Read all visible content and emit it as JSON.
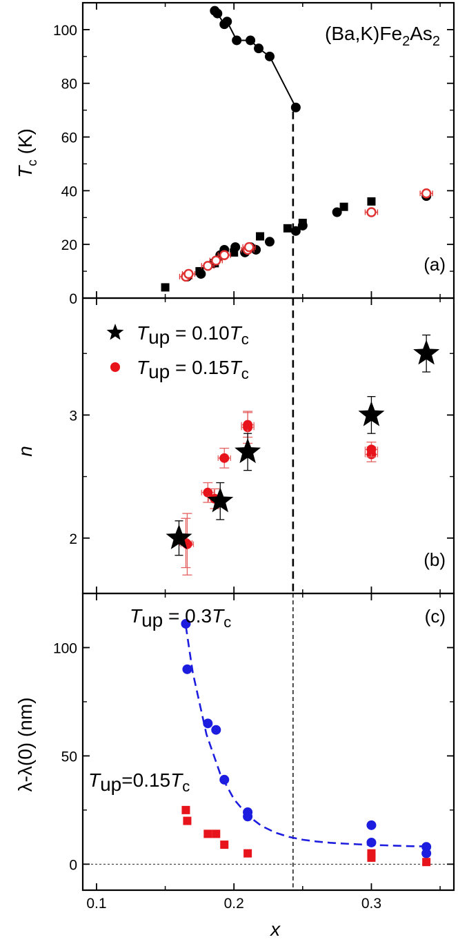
{
  "colors": {
    "black": "#000000",
    "red": "#e8141b",
    "blue": "#1d1de0",
    "red_open": "#e03030"
  },
  "x_axis": {
    "label": "x",
    "range": [
      0.09,
      0.36
    ],
    "ticks": [
      0.1,
      0.2,
      0.3
    ],
    "tick_labels": [
      "0.1",
      "0.2",
      "0.3"
    ],
    "minor_ticks": [
      0.15,
      0.25,
      0.35
    ]
  },
  "critical_x": 0.243,
  "chart_data": [
    {
      "type": "scatter",
      "panel_label": "(a)",
      "title_parts": [
        "(Ba,K)Fe",
        "2",
        "As",
        "2"
      ],
      "ylabel_main": "T",
      "ylabel_sub": "c",
      "ylabel_unit": " (K)",
      "ylim": [
        0,
        110
      ],
      "yticks": [
        0,
        20,
        40,
        60,
        80,
        100
      ],
      "ytick_labels": [
        "0",
        "20",
        "40",
        "60",
        "80",
        "100"
      ],
      "series": [
        {
          "marker": "circle-filled",
          "color": "#000000",
          "line": "solid",
          "x": [
            0.186,
            0.188,
            0.193,
            0.195,
            0.202,
            0.212,
            0.218,
            0.226,
            0.245
          ],
          "y": [
            107,
            106,
            102,
            103,
            96,
            96,
            93,
            90,
            71
          ]
        },
        {
          "marker": "circle-filled",
          "color": "#000000",
          "line": "none",
          "x": [
            0.166,
            0.176,
            0.185,
            0.19,
            0.193,
            0.201,
            0.208,
            0.212,
            0.216,
            0.226,
            0.245,
            0.25,
            0.275,
            0.34
          ],
          "y": [
            8,
            9,
            13,
            16,
            18,
            19,
            17,
            19,
            18,
            21,
            25,
            27,
            32,
            38
          ]
        },
        {
          "marker": "square-filled",
          "color": "#000000",
          "line": "none",
          "x": [
            0.15,
            0.175,
            0.186,
            0.2,
            0.219,
            0.239,
            0.25,
            0.28,
            0.3
          ],
          "y": [
            4,
            10,
            13,
            17,
            23,
            26,
            28,
            34,
            36
          ]
        },
        {
          "marker": "circle-open",
          "color": "#e03030",
          "line": "none",
          "x": [
            0.165,
            0.167,
            0.181,
            0.187,
            0.193,
            0.21,
            0.211,
            0.3,
            0.34
          ],
          "y": [
            8,
            9,
            12,
            14,
            16,
            18,
            19,
            32,
            39
          ]
        }
      ]
    },
    {
      "type": "scatter",
      "panel_label": "(b)",
      "ylabel": "n",
      "ylim": [
        1.55,
        3.95
      ],
      "yticks": [
        2,
        3
      ],
      "ytick_labels": [
        "2",
        "3"
      ],
      "legend": [
        {
          "marker": "star",
          "color": "#000000",
          "label_main": "T",
          "label_sub": "up",
          "label_rest": " = 0.10",
          "label_t": "T",
          "label_tsub": "c"
        },
        {
          "marker": "circle-filled",
          "color": "#e8141b",
          "label_main": "T",
          "label_sub": "up",
          "label_rest": " = 0.15",
          "label_t": "T",
          "label_tsub": "c"
        }
      ],
      "series": [
        {
          "marker": "circle-filled",
          "color": "#e8141b",
          "x": [
            0.165,
            0.166,
            0.181,
            0.186,
            0.193,
            0.21,
            0.21,
            0.3,
            0.3
          ],
          "y": [
            1.96,
            1.95,
            2.37,
            2.32,
            2.65,
            2.9,
            2.92,
            2.68,
            2.72
          ],
          "err": [
            0.2,
            0.25,
            0.08,
            0.08,
            0.08,
            0.13,
            0.1,
            0.06,
            0.06
          ]
        },
        {
          "marker": "star",
          "color": "#000000",
          "x": [
            0.16,
            0.19,
            0.21,
            0.3,
            0.34
          ],
          "y": [
            2.0,
            2.3,
            2.7,
            3.0,
            3.5
          ],
          "err": [
            0.14,
            0.15,
            0.15,
            0.15,
            0.15
          ]
        }
      ]
    },
    {
      "type": "scatter",
      "panel_label": "(c)",
      "ylabel": "λ-λ(0) (nm)",
      "ylim": [
        -12,
        125
      ],
      "yticks": [
        0,
        50,
        100
      ],
      "ytick_labels": [
        "0",
        "50",
        "100"
      ],
      "annotation_top": {
        "main": "T",
        "sub": "up",
        "rest": " = 0.3",
        "t": "T",
        "tsub": "c"
      },
      "annotation_mid": {
        "main": "T",
        "sub": "up",
        "rest": "=0.15",
        "t": "T",
        "tsub": "c"
      },
      "series": [
        {
          "marker": "circle-filled",
          "color": "#1d1de0",
          "x": [
            0.165,
            0.166,
            0.181,
            0.187,
            0.193,
            0.21,
            0.21,
            0.3,
            0.3,
            0.34,
            0.34
          ],
          "y": [
            111,
            90,
            65,
            62,
            39,
            24,
            22,
            18,
            10,
            8,
            5
          ]
        },
        {
          "marker": "square-filled",
          "color": "#e8141b",
          "x": [
            0.165,
            0.166,
            0.181,
            0.187,
            0.193,
            0.21,
            0.3,
            0.3,
            0.34
          ],
          "y": [
            25,
            20,
            14,
            14,
            9,
            5,
            5,
            3,
            1
          ]
        },
        {
          "marker": "none",
          "color": "#1d1de0",
          "line": "dashed",
          "fit": "exponential",
          "x": [
            0.165,
            0.17,
            0.18,
            0.19,
            0.2,
            0.21,
            0.22,
            0.23,
            0.24,
            0.25,
            0.26,
            0.27,
            0.28,
            0.29,
            0.3,
            0.31,
            0.32,
            0.33,
            0.34
          ],
          "y": [
            110.0,
            88.6,
            60.0,
            41.7,
            30.0,
            22.5,
            17.7,
            14.6,
            12.6,
            11.3,
            10.5,
            9.9,
            9.5,
            9.2,
            8.9,
            8.7,
            8.5,
            8.3,
            8.2
          ]
        }
      ]
    }
  ]
}
